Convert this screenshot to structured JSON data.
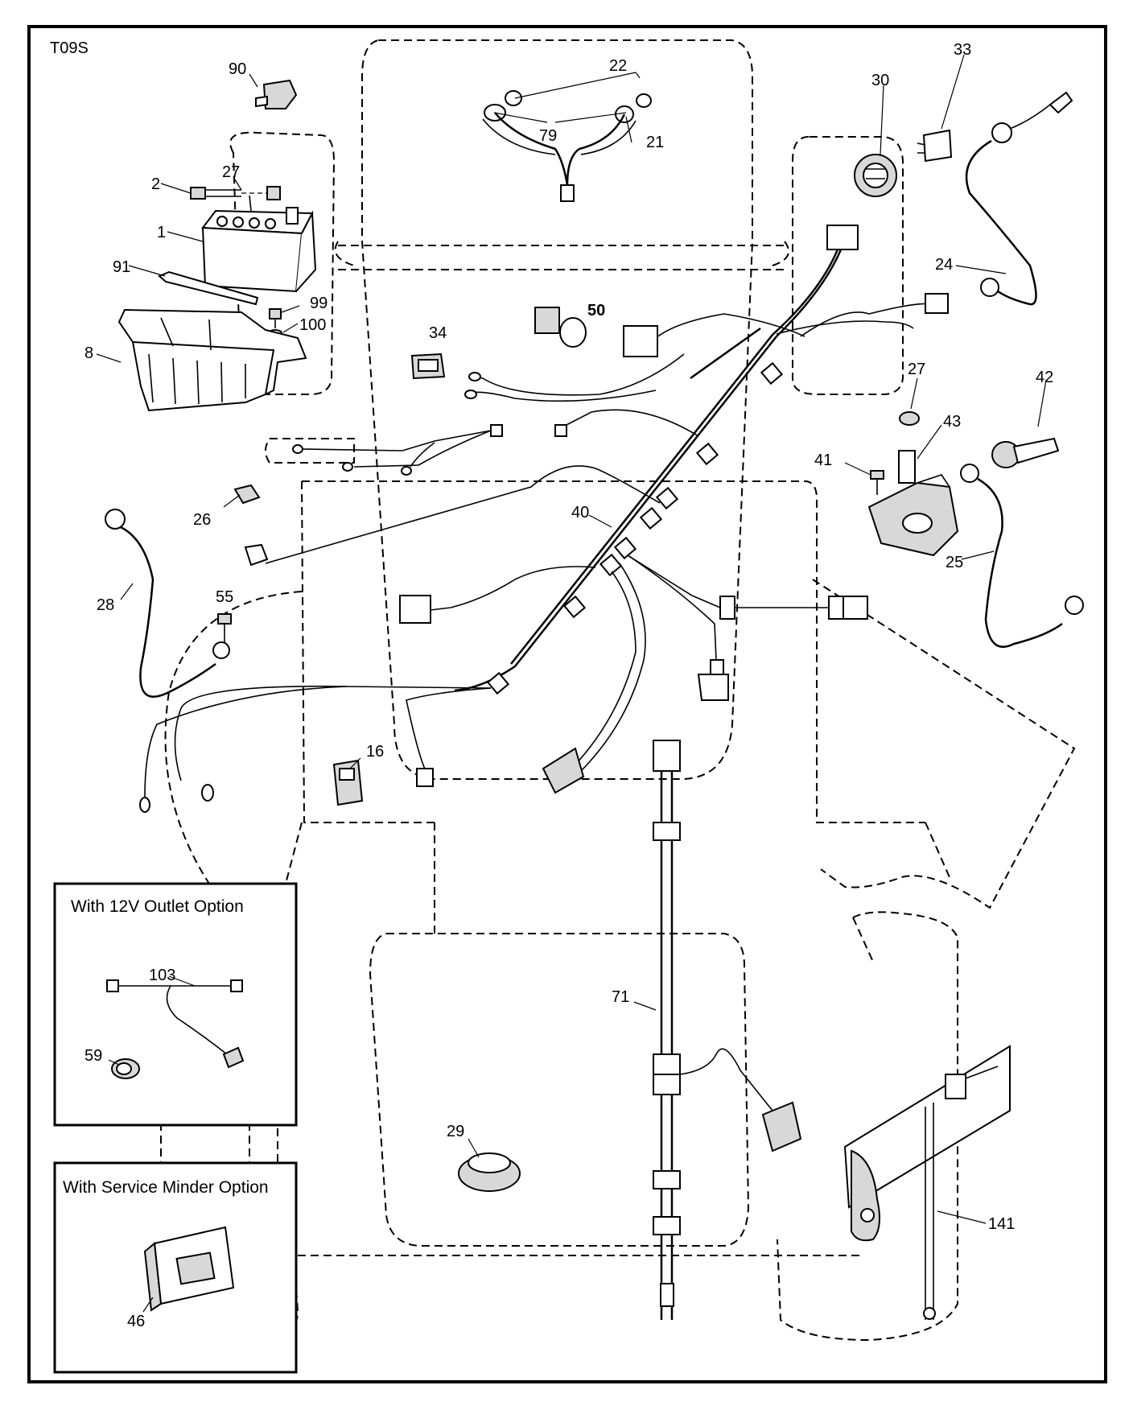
{
  "diagram": {
    "code": "T09S",
    "callouts": [
      {
        "id": "c90",
        "text": "90"
      },
      {
        "id": "c22",
        "text": "22"
      },
      {
        "id": "c33",
        "text": "33"
      },
      {
        "id": "c30",
        "text": "30"
      },
      {
        "id": "c79",
        "text": "79"
      },
      {
        "id": "c21",
        "text": "21"
      },
      {
        "id": "c27a",
        "text": "27"
      },
      {
        "id": "c2",
        "text": "2"
      },
      {
        "id": "c1",
        "text": "1"
      },
      {
        "id": "c91",
        "text": "91"
      },
      {
        "id": "c99",
        "text": "99"
      },
      {
        "id": "c100",
        "text": "100"
      },
      {
        "id": "c8",
        "text": "8"
      },
      {
        "id": "c50",
        "text": "50"
      },
      {
        "id": "c34",
        "text": "34"
      },
      {
        "id": "c24",
        "text": "24"
      },
      {
        "id": "c27b",
        "text": "27"
      },
      {
        "id": "c42",
        "text": "42"
      },
      {
        "id": "c43",
        "text": "43"
      },
      {
        "id": "c41",
        "text": "41"
      },
      {
        "id": "c26",
        "text": "26"
      },
      {
        "id": "c40",
        "text": "40"
      },
      {
        "id": "c25",
        "text": "25"
      },
      {
        "id": "c28",
        "text": "28"
      },
      {
        "id": "c55",
        "text": "55"
      },
      {
        "id": "c16",
        "text": "16"
      },
      {
        "id": "c103",
        "text": "103"
      },
      {
        "id": "c71",
        "text": "71"
      },
      {
        "id": "c59",
        "text": "59"
      },
      {
        "id": "c29",
        "text": "29"
      },
      {
        "id": "c141",
        "text": "141"
      },
      {
        "id": "c46",
        "text": "46"
      }
    ],
    "options": {
      "outlet_title": "With 12V Outlet Option",
      "service_title": "With Service Minder Option"
    }
  }
}
